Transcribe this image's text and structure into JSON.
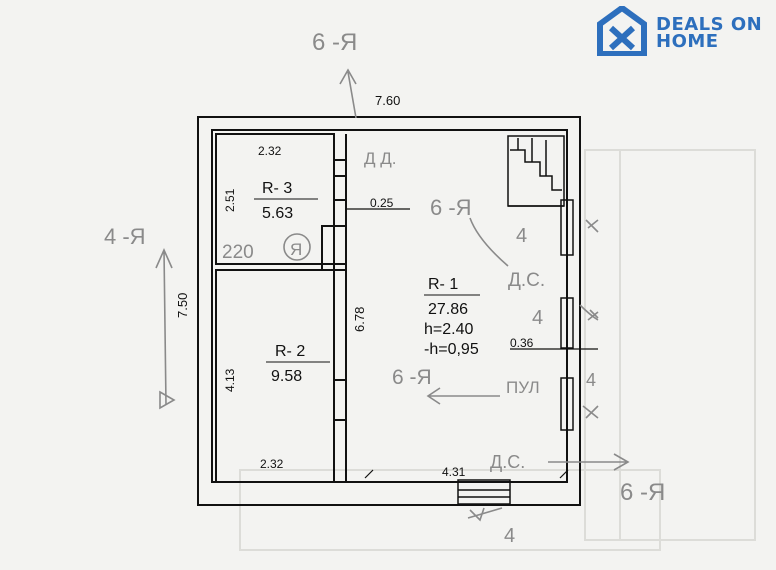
{
  "logo": {
    "line1": "DEALS ON",
    "line2": "HOME",
    "icon": "house-x-logo-icon",
    "color": "#2d6fbd"
  },
  "plan": {
    "overall_width": "7.60",
    "overall_height": "7.50",
    "rooms": [
      {
        "id": "R- 3",
        "area": "5.63",
        "width": "2.32",
        "height": "2.51"
      },
      {
        "id": "R- 2",
        "area": "9.58",
        "width": "2.32",
        "height": "4.13"
      },
      {
        "id": "R- 1",
        "area": "27.86",
        "ceiling": "h=2.40",
        "floor": "-h=0,95",
        "width": "4.31",
        "height": "6.78"
      }
    ],
    "wall_thickness": "0.25",
    "window_offset": "0.36"
  },
  "handwritten": {
    "north": "6 -Я",
    "west": "4 -Я",
    "inner_6ya": "6 -Я",
    "num_4_top": "4",
    "ds_middle": "Д.С.",
    "num_4_mid": "4",
    "dd_label": "Д Д.",
    "mark_220": "220",
    "mark_ya": "Я",
    "left_6ya": "6 -Я",
    "pul": "ПУЛ",
    "num_4_right": "4",
    "ds_bottom": "Д.С.",
    "se_6ya": "6 -Я",
    "num_4_bottom": "4"
  },
  "colors": {
    "paper": "#f3f3f1",
    "ink": "#111111",
    "pen": "#8a8a8a",
    "brand": "#2d6fbd"
  }
}
